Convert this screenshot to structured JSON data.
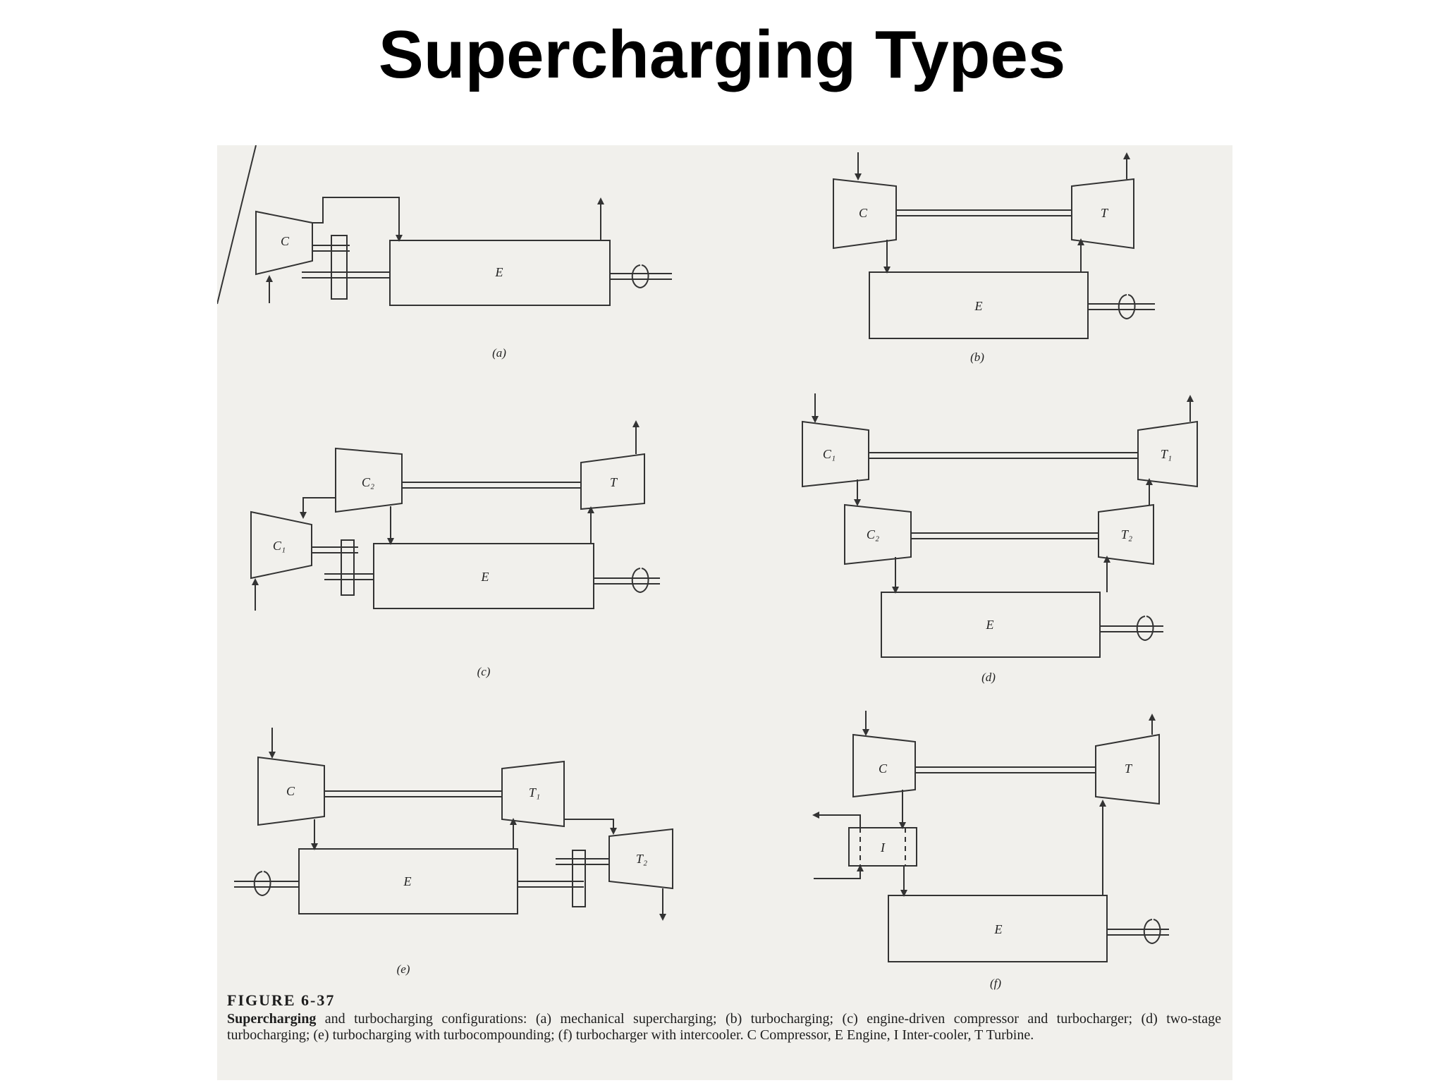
{
  "slide": {
    "title": "Supercharging Types"
  },
  "diagrams": {
    "a": {
      "tag": "(a)",
      "compressor": "C",
      "engine": "E"
    },
    "b": {
      "tag": "(b)",
      "compressor": "C",
      "turbine": "T",
      "engine": "E"
    },
    "c": {
      "tag": "(c)",
      "compressor_1": "C₁",
      "compressor_2": "C₂",
      "turbine": "T",
      "engine": "E"
    },
    "d": {
      "tag": "(d)",
      "compressor_1": "C₁",
      "turbine_1": "T₁",
      "compressor_2": "C₂",
      "turbine_2": "T₂",
      "engine": "E"
    },
    "e": {
      "tag": "(e)",
      "compressor": "C",
      "turbine_1": "T₁",
      "turbine_2": "T₂",
      "engine": "E"
    },
    "f": {
      "tag": "(f)",
      "compressor": "C",
      "turbine": "T",
      "intercooler": "I",
      "engine": "E"
    }
  },
  "caption": {
    "figure_number": "FIGURE 6-37",
    "lead": "Supercharging",
    "text": "and turbocharging configurations: (a) mechanical supercharging; (b) turbocharging; (c) engine-driven compressor and turbocharger; (d) two-stage turbocharging; (e) turbocharging with turbocompounding; (f) turbocharger with intercooler. C Compressor, E Engine, I Inter-cooler, T Turbine."
  }
}
